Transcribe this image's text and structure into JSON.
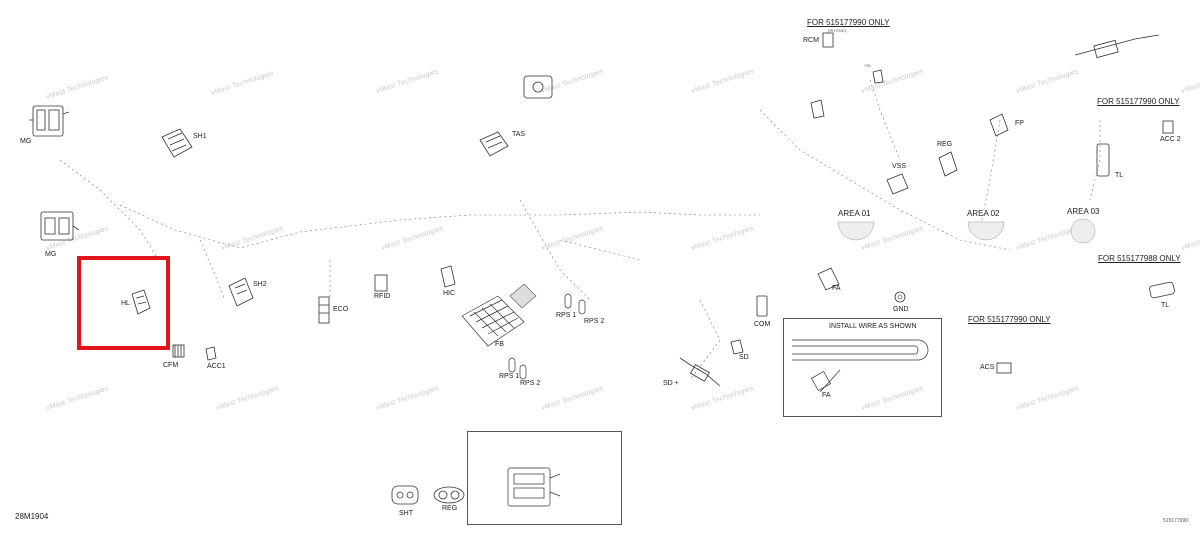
{
  "diagram": {
    "doc_number": "28M1904",
    "part_number": "515177990",
    "watermark": "vMast Technologies",
    "headers": {
      "for_515177990_top": "FOR 515177990 ONLY",
      "rh_end": "(RH END)",
      "for_515177990_right": "FOR 515177990 ONLY",
      "for_515177988_right": "FOR 515177988 ONLY",
      "for_515177990_mid": "FOR 515177990 ONLY",
      "install_wire": "INSTALL WIRE AS SHOWN",
      "area_01": "AREA 01",
      "area_02": "AREA 02",
      "area_03": "AREA 03"
    },
    "connectors": {
      "mg_top": "MG",
      "mg_bottom": "MG",
      "sh1": "SH1",
      "sh2": "SH2",
      "hl": "HL",
      "cfm": "CFM",
      "acc1": "ACC1",
      "tas": "TAS",
      "rfid": "RFID",
      "hic": "HIC",
      "eco": "ECO",
      "fb": "FB",
      "rps1_a": "RPS 1",
      "rps2_a": "RPS 2",
      "rps1_b": "RPS 1",
      "rps2_b": "RPS 2",
      "com": "COM",
      "sd": "SD",
      "sd_plus": "SD +",
      "rcm": "RCM",
      "ysl": "YSL",
      "fp": "FP",
      "reg_top": "REG",
      "vss": "VSS",
      "tl_top": "TL",
      "tl_bottom": "TL",
      "acc2": "ACC 2",
      "fa_top": "FA",
      "fa_box": "FA",
      "gnd": "GND",
      "acs": "ACS",
      "sht_bottom": "SHT",
      "reg_bottom": "REG"
    }
  }
}
